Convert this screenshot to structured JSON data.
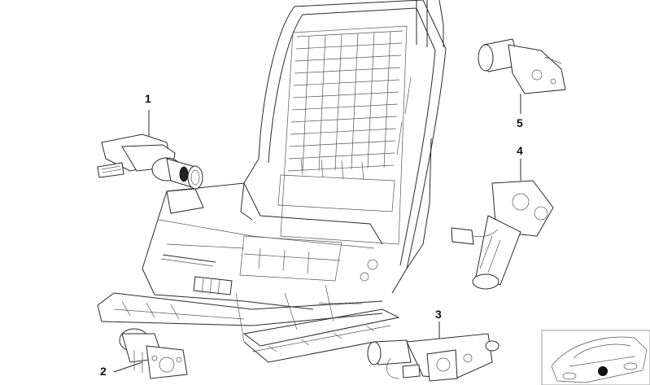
{
  "callouts": [
    {
      "id": "1",
      "label": "1"
    },
    {
      "id": "2",
      "label": "2"
    },
    {
      "id": "3",
      "label": "3"
    },
    {
      "id": "4",
      "label": "4"
    },
    {
      "id": "5",
      "label": "5"
    }
  ],
  "tiny_label": "Sitzschienenpfad Ri 10/26823",
  "colors": {
    "line": "#2a2a2a",
    "frame": "#9a9a9a",
    "marker": "#111111"
  }
}
